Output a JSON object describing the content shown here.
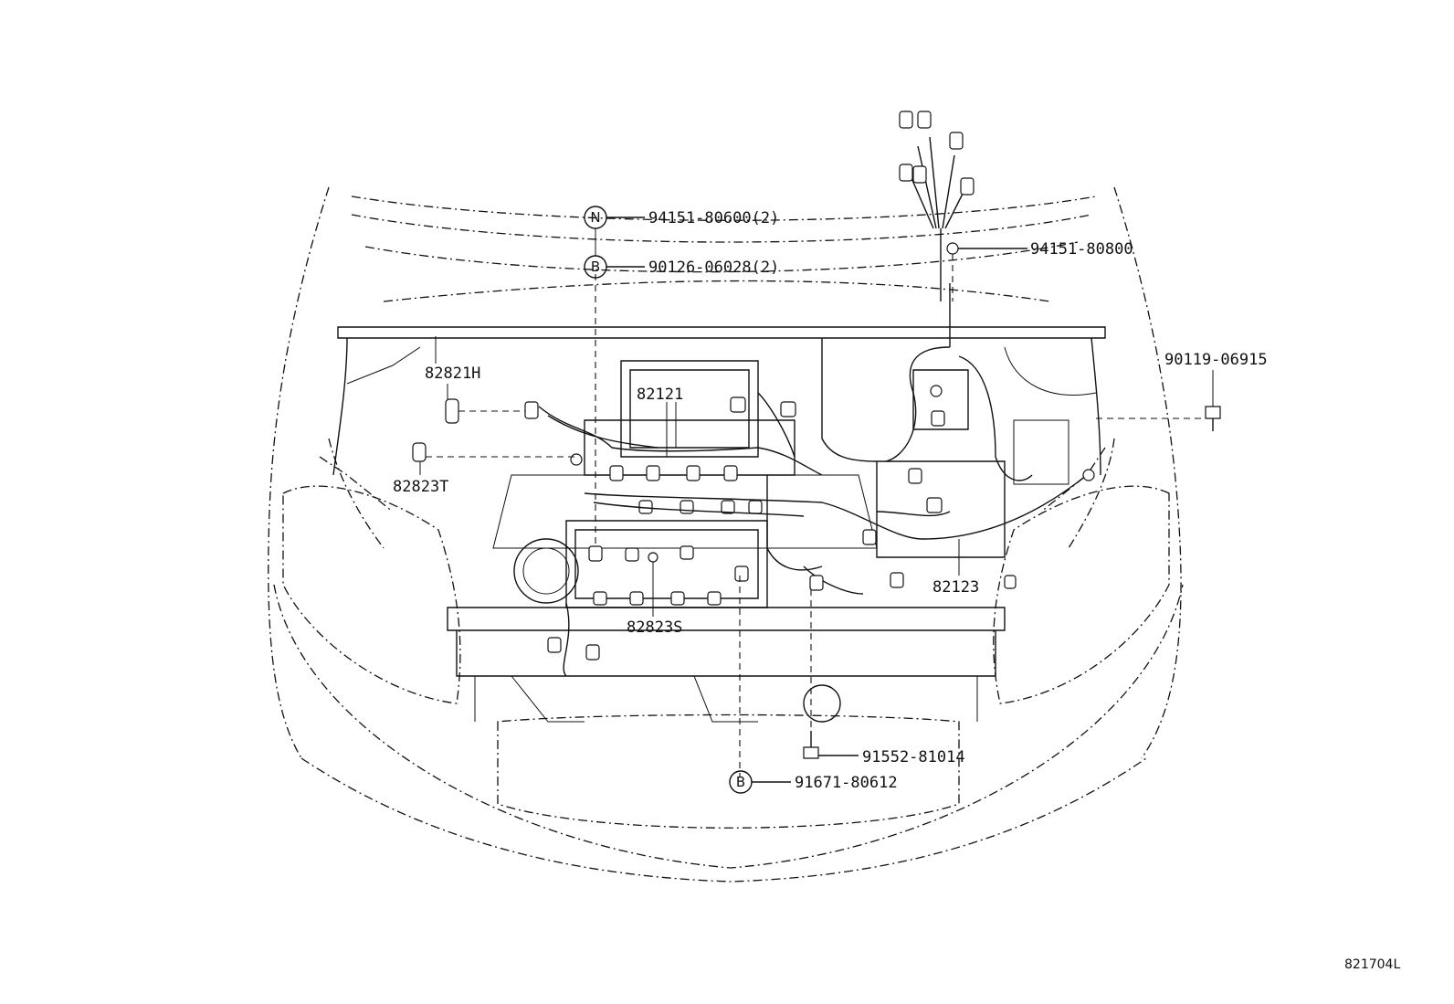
{
  "callouts": {
    "n_nut_top": {
      "symbol": "N",
      "part": "94151-80600(2)"
    },
    "b_bolt_top": {
      "symbol": "B",
      "part": "90126-06028(2)"
    },
    "nut_right_top": {
      "part": "94151-80800"
    },
    "bolt_right": {
      "part": "90119-06915"
    },
    "wire_82821h": {
      "part": "82821H"
    },
    "wire_82823t": {
      "part": "82823T"
    },
    "wire_82121": {
      "part": "82121"
    },
    "wire_82123": {
      "part": "82123"
    },
    "wire_82823s": {
      "part": "82823S"
    },
    "bolt_bottom": {
      "part": "91552-81014"
    },
    "b_bolt_bottom": {
      "symbol": "B",
      "part": "91671-80612"
    }
  },
  "diagram_code": "821704L"
}
